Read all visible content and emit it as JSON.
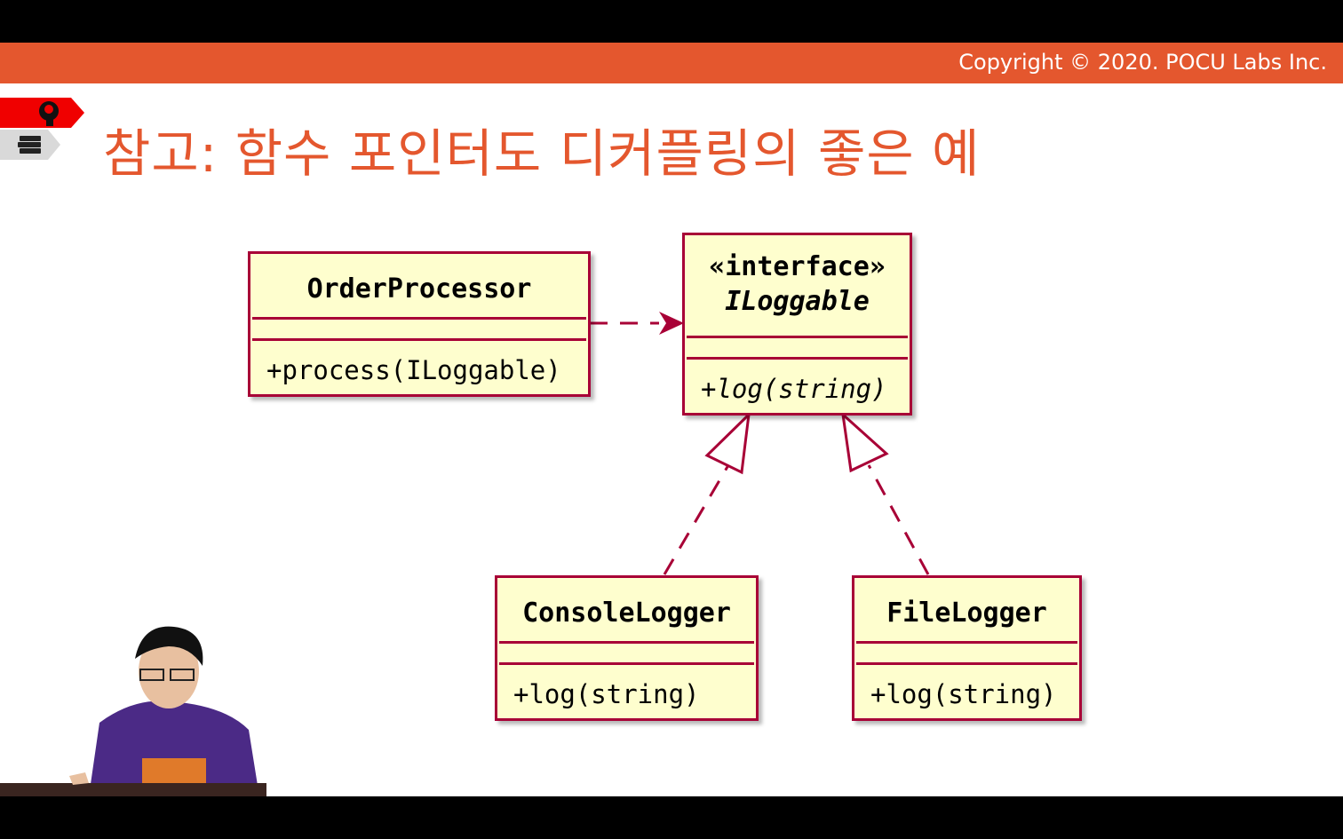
{
  "header": {
    "copyright": "Copyright © 2020. POCU Labs Inc."
  },
  "slide": {
    "title": "참고: 함수 포인터도 디커플링의 좋은 예",
    "badges": [
      {
        "icon": "brain-head-icon",
        "color": "#f00000"
      },
      {
        "icon": "books-icon",
        "color": "#d9d9d9"
      }
    ]
  },
  "diagram": {
    "classes": {
      "order_processor": {
        "name": "OrderProcessor",
        "method": "+process(ILoggable)"
      },
      "iloggable": {
        "stereotype": "«interface»",
        "name": "ILoggable",
        "method": "+log(string)"
      },
      "console_logger": {
        "name": "ConsoleLogger",
        "method": "+log(string)"
      },
      "file_logger": {
        "name": "FileLogger",
        "method": "+log(string)"
      }
    },
    "relations": [
      {
        "from": "OrderProcessor",
        "to": "ILoggable",
        "type": "dependency"
      },
      {
        "from": "ConsoleLogger",
        "to": "ILoggable",
        "type": "realization"
      },
      {
        "from": "FileLogger",
        "to": "ILoggable",
        "type": "realization"
      }
    ],
    "colors": {
      "border": "#a80036",
      "fill": "#fefece"
    }
  },
  "colors": {
    "accent": "#e4572e"
  }
}
